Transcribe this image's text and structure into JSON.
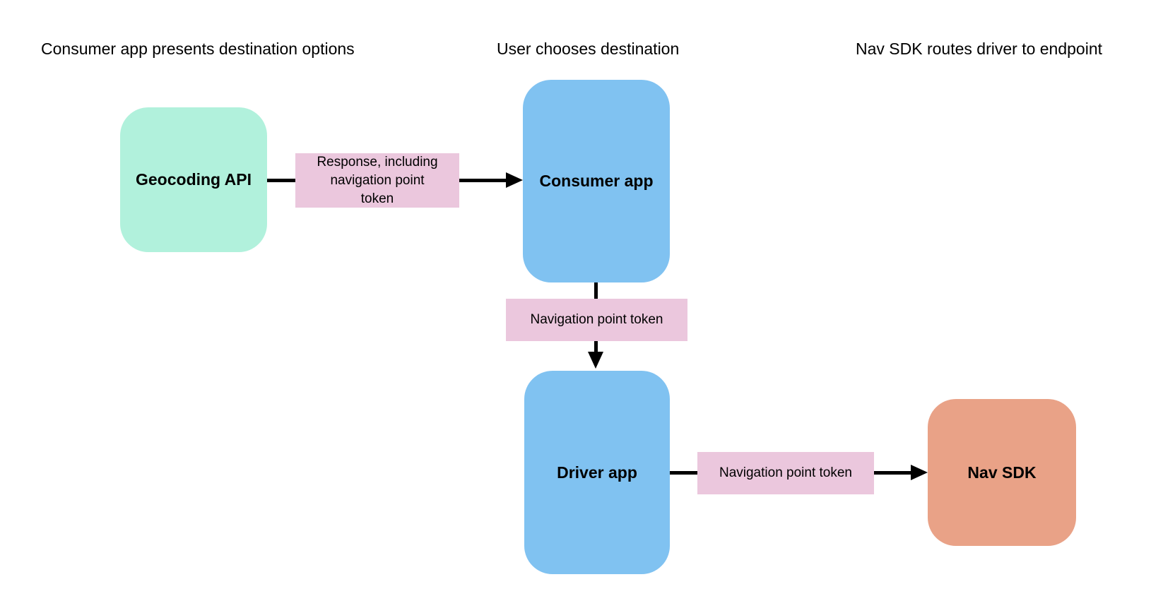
{
  "diagram": {
    "headers": {
      "step1": "Consumer app presents destination options",
      "step2": "User chooses destination",
      "step3": "Nav SDK routes driver to endpoint"
    },
    "nodes": {
      "geocoding_api": {
        "label": "Geocoding API",
        "color": "#B1F1DC"
      },
      "consumer_app": {
        "label": "Consumer app",
        "color": "#80C2F1"
      },
      "driver_app": {
        "label": "Driver app",
        "color": "#80C2F1"
      },
      "nav_sdk": {
        "label": "Nav SDK",
        "color": "#E9A287"
      }
    },
    "edges": {
      "geocoding_to_consumer": {
        "label_lines": [
          "Response, including",
          "navigation point",
          "token"
        ],
        "label_color": "#EBC7DD"
      },
      "consumer_to_driver": {
        "label": "Navigation point token",
        "label_color": "#EBC7DD"
      },
      "driver_to_nav_sdk": {
        "label": "Navigation point token",
        "label_color": "#EBC7DD"
      }
    },
    "arrow_color": "#000000",
    "background_color": "#FFFFFF"
  }
}
